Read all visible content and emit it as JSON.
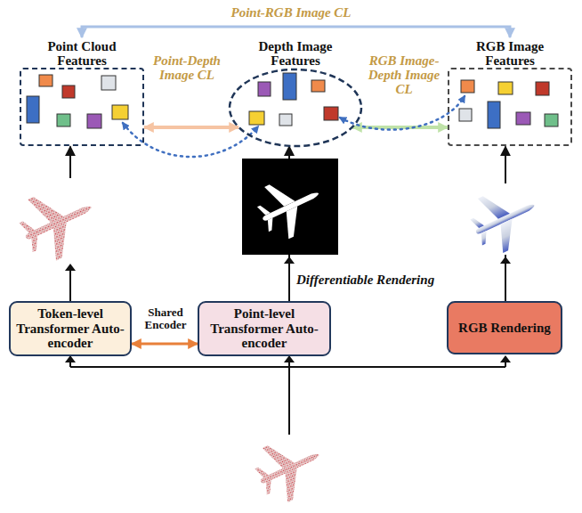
{
  "diagram": {
    "nodes": [
      {
        "text": [
          "Point Cloud Features"
        ]
      },
      {
        "text": [
          "Depth Image Features"
        ]
      },
      {
        "text": [
          "RGB Image Features"
        ]
      },
      {
        "text": [
          "Token-level Transformer Auto-encoder"
        ]
      },
      {
        "text": [
          "Point-level Transformer Auto-encoder"
        ]
      },
      {
        "text": [
          "RGB Rendering"
        ]
      }
    ],
    "edges": [
      {
        "from": 3,
        "to": 4,
        "label": "Shared Encoder",
        "arrow": "both"
      },
      {
        "from": 0,
        "to": 1,
        "label": "Point-Depth Image CL",
        "arrow": "both"
      },
      {
        "from": 1,
        "to": 2,
        "label": "RGB Image-Depth Image CL",
        "arrow": "both"
      },
      {
        "from": 0,
        "to": 2,
        "label": "Point-RGB Image CL",
        "arrow": "both"
      },
      {
        "from": 3,
        "to": 0,
        "arrow": "to"
      },
      {
        "from": 4,
        "to": 1,
        "arrow": "to"
      },
      {
        "from": 5,
        "to": 2,
        "arrow": "to"
      }
    ],
    "labels": [
      "Differentiable Rendering"
    ]
  }
}
